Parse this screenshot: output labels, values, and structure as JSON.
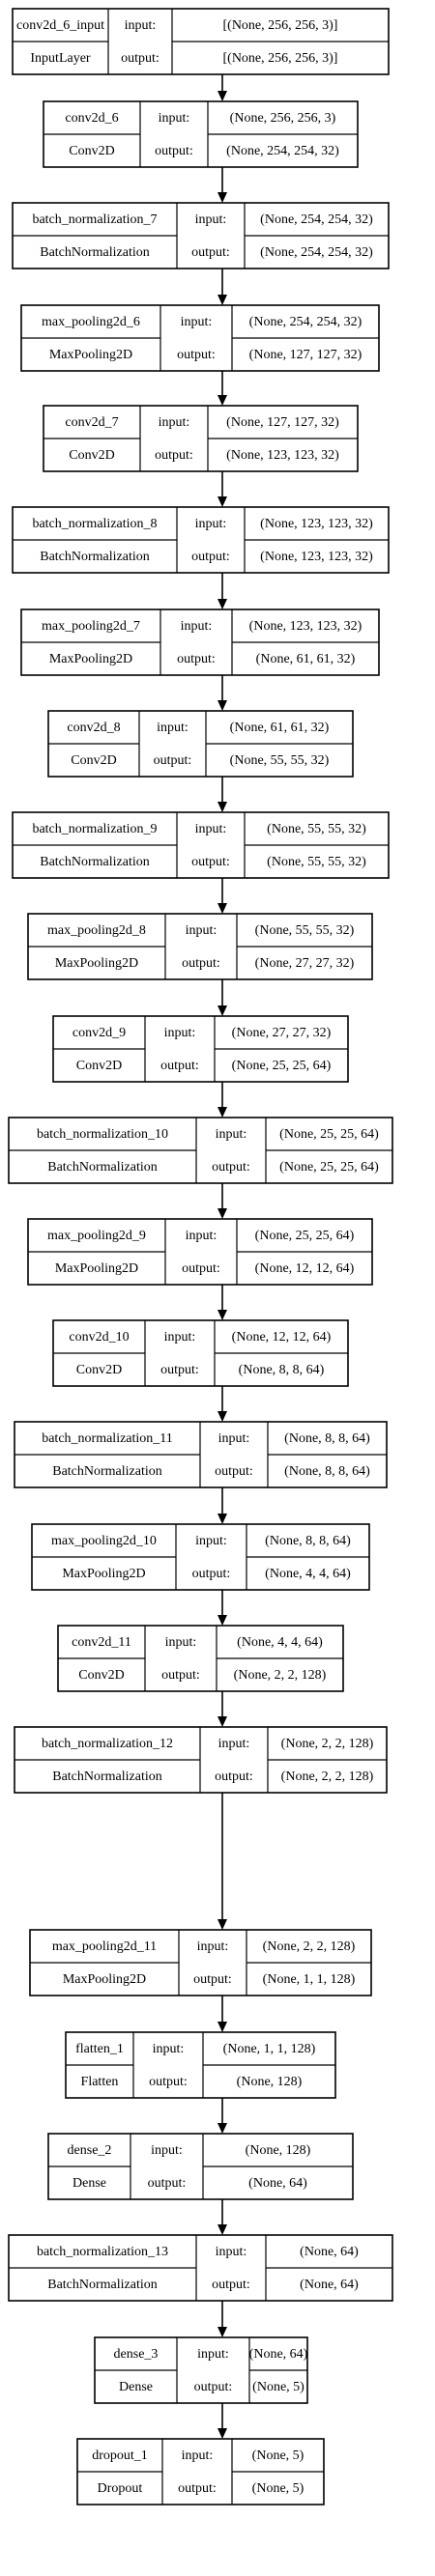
{
  "diagram": {
    "io_labels": {
      "input": "input:",
      "output": "output:"
    },
    "layers": [
      {
        "name": "conv2d_6_input",
        "type": "InputLayer",
        "input": "[(None, 256, 256, 3)]",
        "output": "[(None, 256, 256, 3)]"
      },
      {
        "name": "conv2d_6",
        "type": "Conv2D",
        "input": "(None, 256, 256, 3)",
        "output": "(None, 254, 254, 32)"
      },
      {
        "name": "batch_normalization_7",
        "type": "BatchNormalization",
        "input": "(None, 254, 254, 32)",
        "output": "(None, 254, 254, 32)"
      },
      {
        "name": "max_pooling2d_6",
        "type": "MaxPooling2D",
        "input": "(None, 254, 254, 32)",
        "output": "(None, 127, 127, 32)"
      },
      {
        "name": "conv2d_7",
        "type": "Conv2D",
        "input": "(None, 127, 127, 32)",
        "output": "(None, 123, 123, 32)"
      },
      {
        "name": "batch_normalization_8",
        "type": "BatchNormalization",
        "input": "(None, 123, 123, 32)",
        "output": "(None, 123, 123, 32)"
      },
      {
        "name": "max_pooling2d_7",
        "type": "MaxPooling2D",
        "input": "(None, 123, 123, 32)",
        "output": "(None, 61, 61, 32)"
      },
      {
        "name": "conv2d_8",
        "type": "Conv2D",
        "input": "(None, 61, 61, 32)",
        "output": "(None, 55, 55, 32)"
      },
      {
        "name": "batch_normalization_9",
        "type": "BatchNormalization",
        "input": "(None, 55, 55, 32)",
        "output": "(None, 55, 55, 32)"
      },
      {
        "name": "max_pooling2d_8",
        "type": "MaxPooling2D",
        "input": "(None, 55, 55, 32)",
        "output": "(None, 27, 27, 32)"
      },
      {
        "name": "conv2d_9",
        "type": "Conv2D",
        "input": "(None, 27, 27, 32)",
        "output": "(None, 25, 25, 64)"
      },
      {
        "name": "batch_normalization_10",
        "type": "BatchNormalization",
        "input": "(None, 25, 25, 64)",
        "output": "(None, 25, 25, 64)"
      },
      {
        "name": "max_pooling2d_9",
        "type": "MaxPooling2D",
        "input": "(None, 25, 25, 64)",
        "output": "(None, 12, 12, 64)"
      },
      {
        "name": "conv2d_10",
        "type": "Conv2D",
        "input": "(None, 12, 12, 64)",
        "output": "(None, 8, 8, 64)"
      },
      {
        "name": "batch_normalization_11",
        "type": "BatchNormalization",
        "input": "(None, 8, 8, 64)",
        "output": "(None, 8, 8, 64)"
      },
      {
        "name": "max_pooling2d_10",
        "type": "MaxPooling2D",
        "input": "(None, 8, 8, 64)",
        "output": "(None, 4, 4, 64)"
      },
      {
        "name": "conv2d_11",
        "type": "Conv2D",
        "input": "(None, 4, 4, 64)",
        "output": "(None, 2, 2, 128)"
      },
      {
        "name": "batch_normalization_12",
        "type": "BatchNormalization",
        "input": "(None, 2, 2, 128)",
        "output": "(None, 2, 2, 128)"
      },
      {
        "name": "max_pooling2d_11",
        "type": "MaxPooling2D",
        "input": "(None, 2, 2, 128)",
        "output": "(None, 1, 1, 128)"
      },
      {
        "name": "flatten_1",
        "type": "Flatten",
        "input": "(None, 1, 1, 128)",
        "output": "(None, 128)"
      },
      {
        "name": "dense_2",
        "type": "Dense",
        "input": "(None, 128)",
        "output": "(None, 64)"
      },
      {
        "name": "batch_normalization_13",
        "type": "BatchNormalization",
        "input": "(None, 64)",
        "output": "(None, 64)"
      },
      {
        "name": "dense_3",
        "type": "Dense",
        "input": "(None, 64)",
        "output": "(None, 5)"
      },
      {
        "name": "dropout_1",
        "type": "Dropout",
        "input": "(None, 5)",
        "output": "(None, 5)"
      }
    ]
  }
}
